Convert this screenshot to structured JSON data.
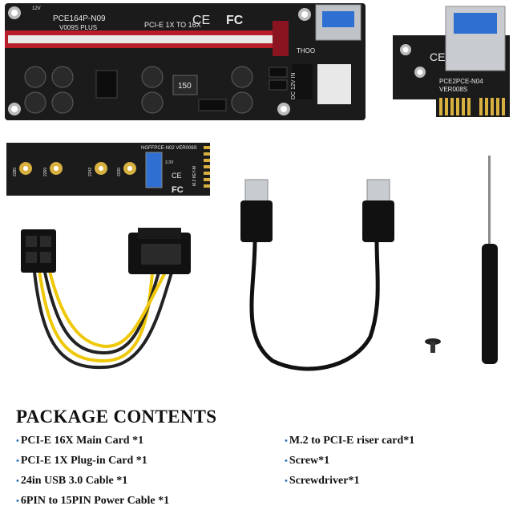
{
  "board_labels": {
    "main_model": "PCE164P-N09",
    "main_version": "V009S PLUS",
    "main_slot": "PCI-E 1X TO 16X",
    "main_dc": "DC 12V IN",
    "inductor": "150",
    "main_brand": "THOO",
    "plugin_model": "PCE2PCE-N04",
    "plugin_version": "VER008S",
    "m2_model": "NGFFPCE-N02 VER006S",
    "m2_key": "M.2 KEY-M",
    "m2_2280": "2280",
    "m2_2260": "2260",
    "m2_2242": "2242",
    "m2_2230": "2230",
    "volt_12v": "12V",
    "volt_33v": "3.3V",
    "fc": "FC",
    "ce": "CE"
  },
  "package": {
    "title": "PACKAGE CONTENTS",
    "bullet": "•",
    "left_items": [
      "PCI-E 16X Main Card *1",
      "PCI-E 1X Plug-in Card *1",
      "24in USB 3.0 Cable *1",
      "6PIN to 15PIN Power Cable *1"
    ],
    "right_items": [
      "M.2 to PCI-E riser card*1",
      "Screw*1",
      "Screwdriver*1"
    ]
  },
  "colors": {
    "pcb": "#1a1a1a",
    "slot_red": "#c0222e",
    "gold": "#d8b040",
    "usb_blue": "#2f6fd1",
    "cable_yellow": "#f0c80a",
    "bullet_blue": "#2a6fb8"
  }
}
